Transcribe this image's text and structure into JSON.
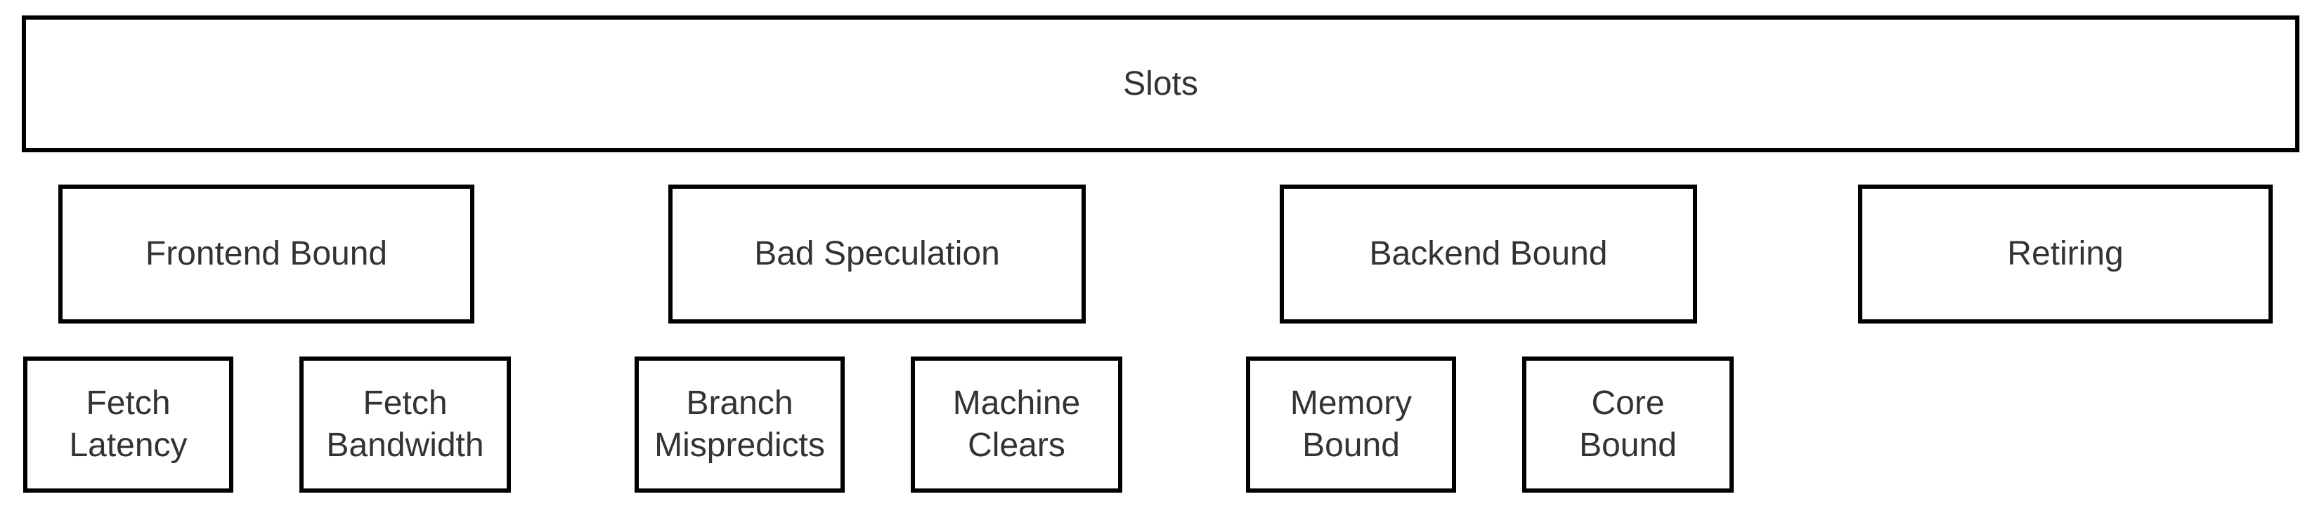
{
  "diagram": {
    "type": "hierarchy",
    "background_color": "#ffffff",
    "box_border_color": "#000000",
    "text_color": "#333333",
    "root": {
      "label": "Slots",
      "children": [
        {
          "label": "Frontend Bound",
          "children": [
            {
              "label": "Fetch Latency",
              "lines": [
                "Fetch",
                "Latency"
              ]
            },
            {
              "label": "Fetch Bandwidth",
              "lines": [
                "Fetch",
                "Bandwidth"
              ]
            }
          ]
        },
        {
          "label": "Bad Speculation",
          "children": [
            {
              "label": "Branch Mispredicts",
              "lines": [
                "Branch",
                "Mispredicts"
              ]
            },
            {
              "label": "Machine Clears",
              "lines": [
                "Machine",
                "Clears"
              ]
            }
          ]
        },
        {
          "label": "Backend Bound",
          "children": [
            {
              "label": "Memory Bound",
              "lines": [
                "Memory",
                "Bound"
              ]
            },
            {
              "label": "Core Bound",
              "lines": [
                "Core",
                "Bound"
              ]
            }
          ]
        },
        {
          "label": "Retiring",
          "children": []
        }
      ]
    }
  }
}
